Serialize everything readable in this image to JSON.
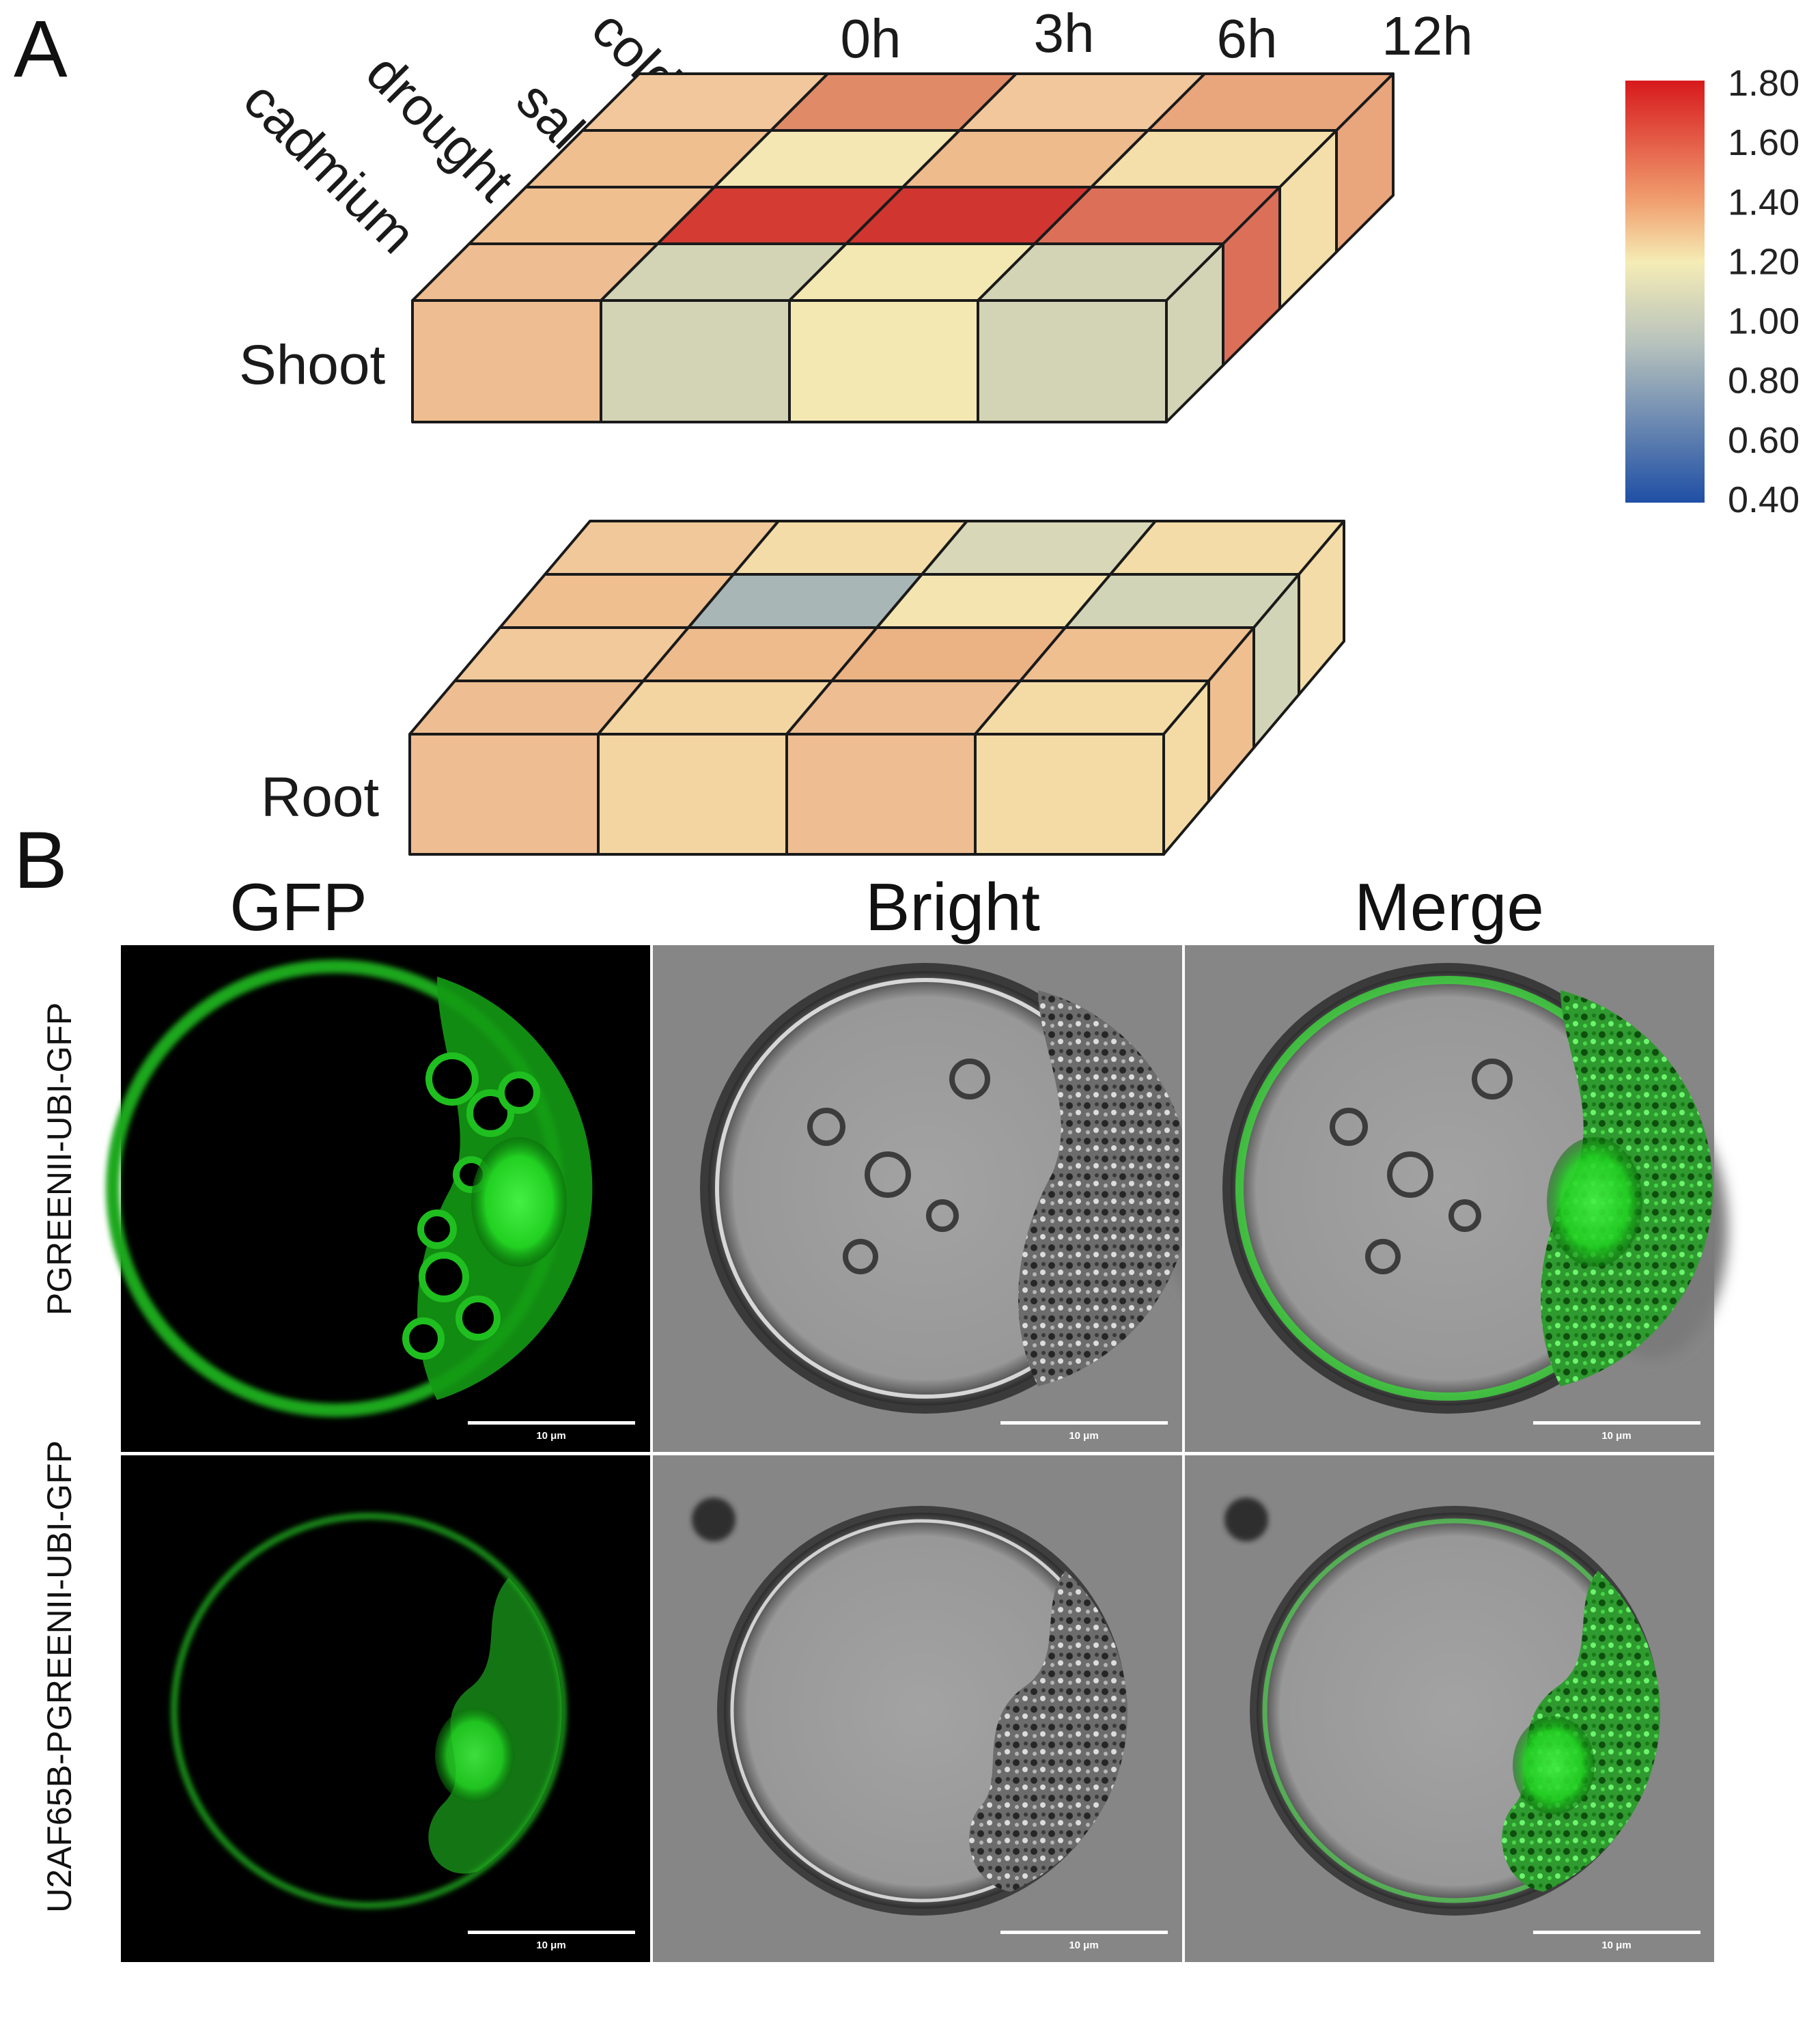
{
  "panel_a": {
    "letter": "A",
    "time_labels": [
      "0h",
      "3h",
      "6h",
      "12h"
    ],
    "treatment_labels": [
      "cadmium",
      "drought",
      "salt",
      "cold"
    ],
    "layers": [
      {
        "label": "Shoot",
        "rows_back_to_front": [
          {
            "name": "cold",
            "colors": [
              "#f2c79b",
              "#e08a68",
              "#f2c79b",
              "#e9a57c"
            ]
          },
          {
            "name": "salt",
            "colors": [
              "#efbf90",
              "#f5e7b3",
              "#eebb8d",
              "#f4dfaa"
            ]
          },
          {
            "name": "drought",
            "colors": [
              "#efbf90",
              "#d43b33",
              "#d03530",
              "#dc6f58"
            ]
          },
          {
            "name": "cadmium",
            "colors": [
              "#eebd91",
              "#d3d4b6",
              "#f4e8b2",
              "#d3d4b6"
            ]
          }
        ]
      },
      {
        "label": "Root",
        "rows_back_to_front": [
          {
            "name": "cold",
            "colors": [
              "#f0c899",
              "#f3dca7",
              "#d8d8b9",
              "#f3dca7"
            ]
          },
          {
            "name": "salt",
            "colors": [
              "#efbf90",
              "#a9b6b6",
              "#f4e4b0",
              "#d2d4b7"
            ]
          },
          {
            "name": "drought",
            "colors": [
              "#f2c99b",
              "#eebb8c",
              "#ebb284",
              "#efbf90"
            ]
          },
          {
            "name": "cadmium",
            "colors": [
              "#eebd91",
              "#f3d5a2",
              "#eebd91",
              "#f4dba6"
            ]
          }
        ]
      }
    ],
    "colorbar": {
      "ticks": [
        "1.80",
        "1.60",
        "1.40",
        "1.20",
        "1.00",
        "0.80",
        "0.60",
        "0.40"
      ],
      "gradient_stops": [
        "#d7191c",
        "#f1a171",
        "#f5ecb5",
        "#b8c3bd",
        "#1f4fa5"
      ]
    }
  },
  "panel_b": {
    "letter": "B",
    "column_titles": [
      "GFP",
      "Bright",
      "Merge"
    ],
    "row_labels": [
      "PGREENII-UBI-GFP",
      "U2AF65B-PGREENII-UBI-GFP"
    ],
    "scale_bar_label": "10 μm",
    "colors": {
      "gfp_green": "#22d022",
      "background_dark": "#000000",
      "bright_gray": "#858585"
    }
  }
}
